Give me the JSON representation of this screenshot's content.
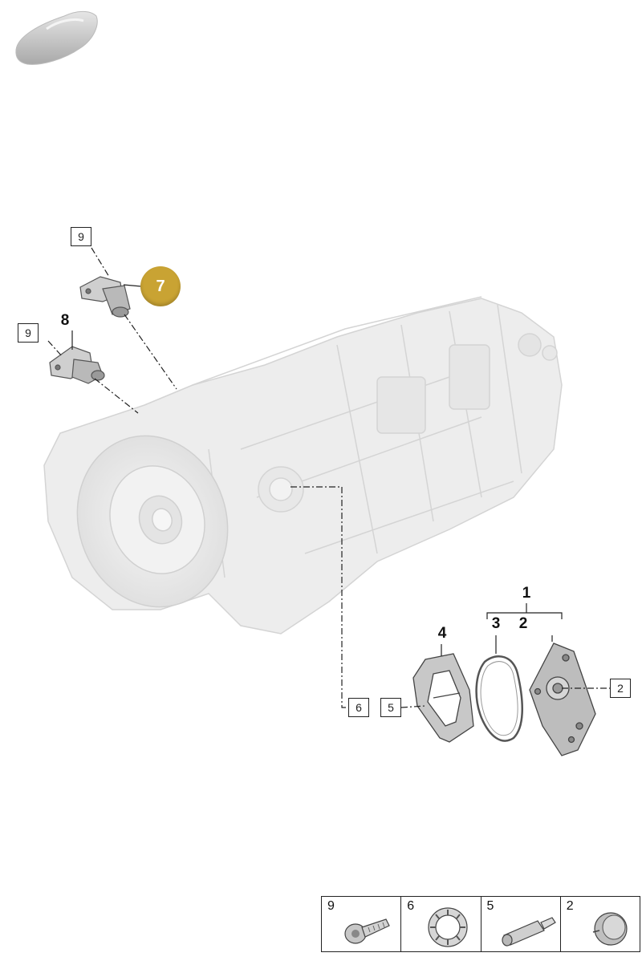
{
  "vehicle_icon": "car-silhouette-icon",
  "highlighted_part": "7",
  "labels": {
    "part_1": "1",
    "part_2_top": "2",
    "part_3": "3",
    "part_4": "4",
    "part_7": "7",
    "part_8": "8",
    "ref_9_upper": "9",
    "ref_9_lower": "9",
    "ref_6": "6",
    "ref_5": "5",
    "ref_2_right": "2"
  },
  "legend": [
    {
      "number": "9",
      "icon": "bolt-icon"
    },
    {
      "number": "6",
      "icon": "needle-bearing-icon"
    },
    {
      "number": "5",
      "icon": "pin-icon"
    },
    {
      "number": "2",
      "icon": "plug-icon"
    }
  ],
  "colors": {
    "highlight": "#c9a333",
    "line": "#222222",
    "housing": "#ededed"
  }
}
